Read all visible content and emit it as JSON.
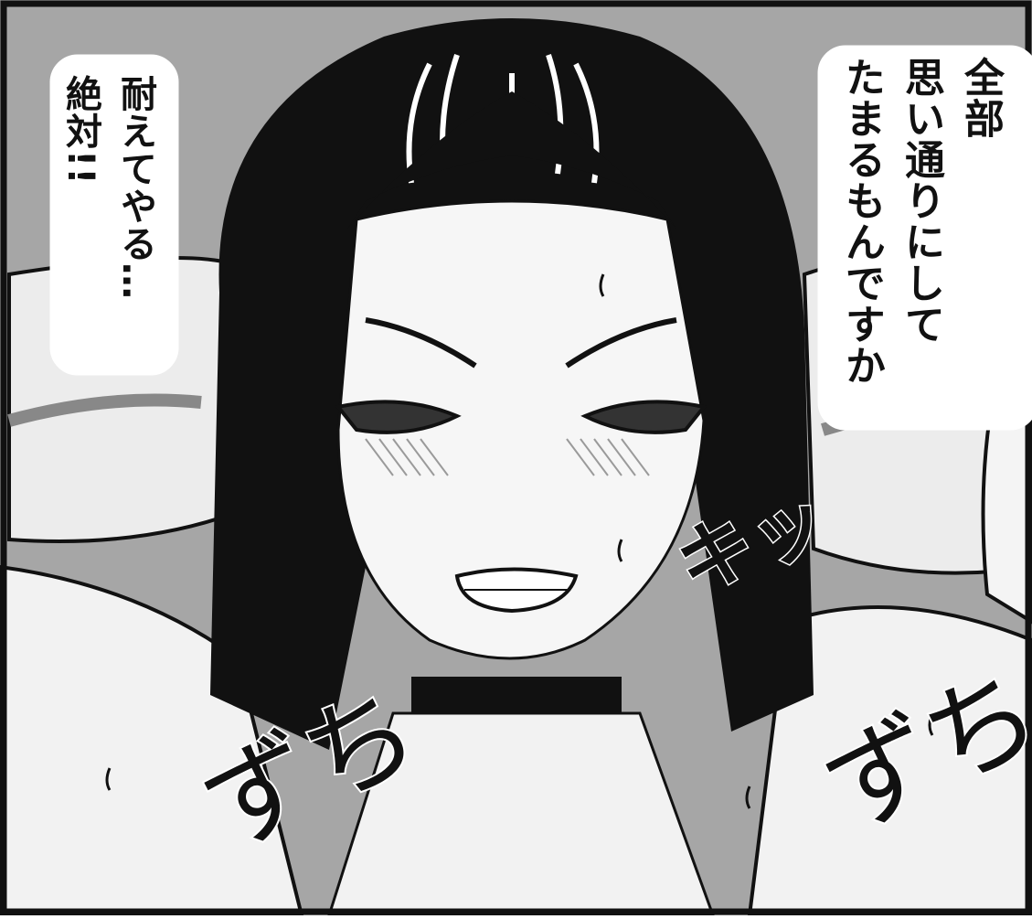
{
  "bubble_right": {
    "lines": [
      "全部",
      "思い通りにして",
      "たまるもんですか"
    ]
  },
  "bubble_left": {
    "lines": [
      "耐えてやる…",
      "絶対!!"
    ]
  },
  "sfx": {
    "clench": "キッ",
    "rub_left": "ずち",
    "rub_right": "ずち"
  },
  "colors": {
    "ink": "#111111",
    "paper": "#ffffff",
    "background_gray": "#a6a6a6",
    "blush_gray": "#d9d9d9"
  }
}
